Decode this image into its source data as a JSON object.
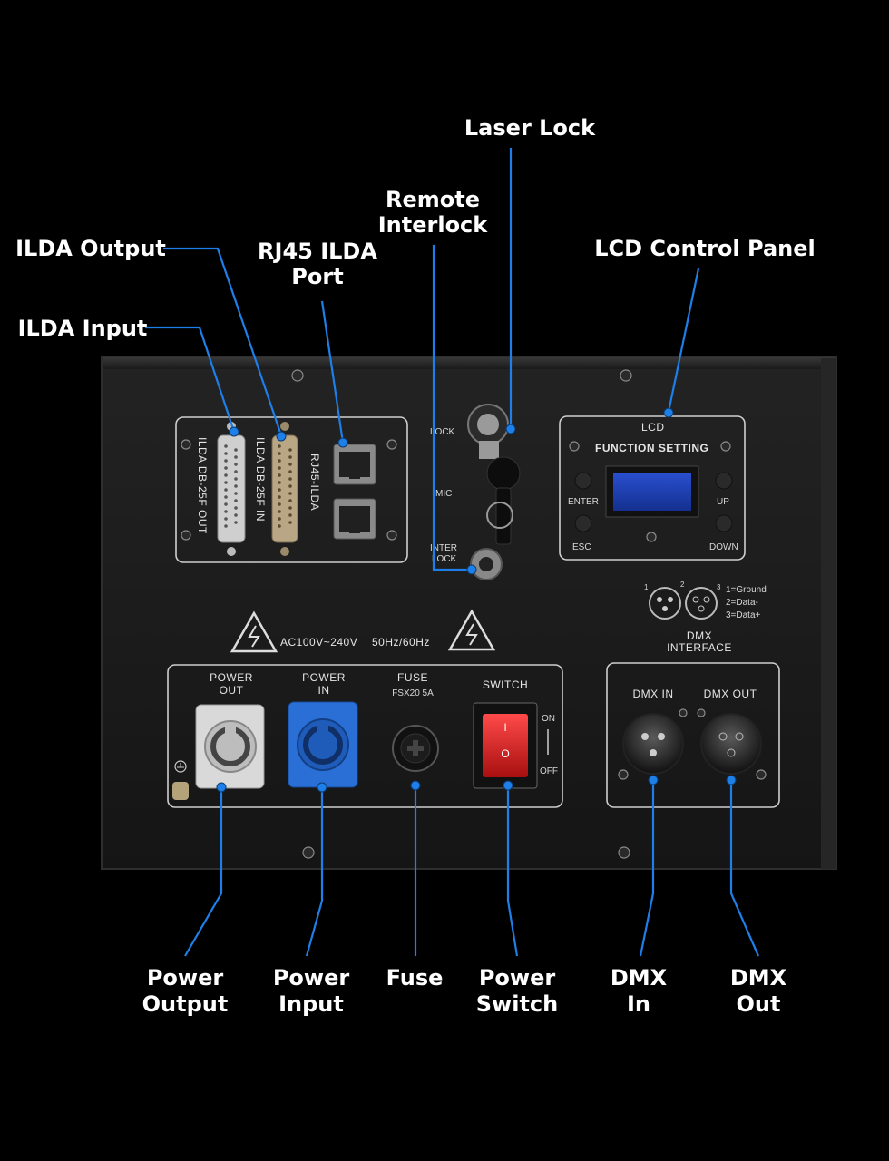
{
  "callouts": {
    "laser_lock": [
      "Laser Lock"
    ],
    "remote_interlock": [
      "Remote",
      "Interlock"
    ],
    "ilda_output": [
      "ILDA Output"
    ],
    "rj45_ilda_port": [
      "RJ45 ILDA",
      "Port"
    ],
    "lcd_control_panel": [
      "LCD Control Panel"
    ],
    "ilda_input": [
      "ILDA Input"
    ],
    "power_output": [
      "Power",
      "Output"
    ],
    "power_input": [
      "Power",
      "Input"
    ],
    "fuse": [
      "Fuse"
    ],
    "power_switch": [
      "Power",
      "Switch"
    ],
    "dmx_in": [
      "DMX",
      "In"
    ],
    "dmx_out": [
      "DMX",
      "Out"
    ]
  },
  "panel": {
    "ilda_out_label": "ILDA DB-25F OUT",
    "ilda_in_label": "ILDA DB-25F IN",
    "rj45_label": "RJ45-ILDA",
    "lock_label": "LOCK",
    "mic_label": "MIC",
    "interlock_label": [
      "INTER",
      "LOCK"
    ],
    "lcd_label": "LCD",
    "function_setting": "FUNCTION SETTING",
    "enter": "ENTER",
    "up": "UP",
    "esc": "ESC",
    "down": "DOWN",
    "dmx_pins": [
      "1=Ground",
      "2=Data-",
      "3=Data+"
    ],
    "pin_numbers": [
      "1",
      "2",
      "3"
    ],
    "dmx_interface": [
      "DMX",
      "INTERFACE"
    ],
    "voltage": "AC100V~240V",
    "frequency": "50Hz/60Hz",
    "power_out_label": [
      "POWER",
      "OUT"
    ],
    "power_in_label": [
      "POWER",
      "IN"
    ],
    "fuse_label": [
      "FUSE",
      "FSX20 5A"
    ],
    "switch_label": "SWITCH",
    "on": "ON",
    "off": "OFF",
    "switch_on_mark": "I",
    "switch_off_mark": "O",
    "dmx_in_label": "DMX IN",
    "dmx_out_label": "DMX OUT"
  },
  "colors": {
    "background": "#000000",
    "leader_line": "#1e7fe8",
    "panel": "#1b1b1b",
    "power_out_connector": "#d9d9d9",
    "power_in_connector": "#2a6fd6",
    "switch": "#d21e1e",
    "lcd_screen": "#1f3fae"
  }
}
